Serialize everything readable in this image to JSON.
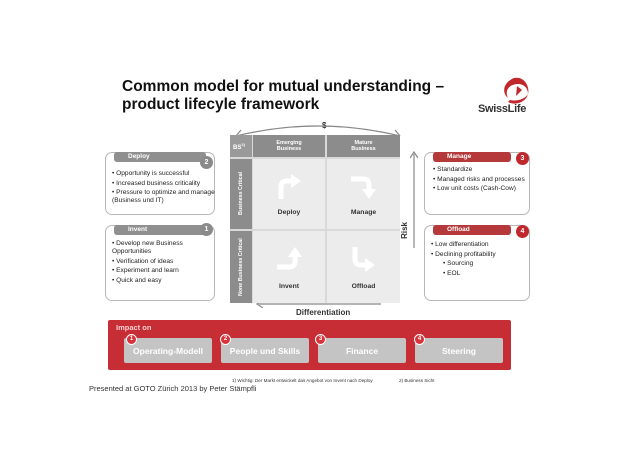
{
  "title": "Common model for mutual understanding – product lifecyle framework",
  "logo": {
    "name": "swisslife-logo",
    "text": "SwissLife",
    "color": "#c0282c"
  },
  "axes": {
    "y_top": "$",
    "y": "Risk",
    "x": "Differentiation"
  },
  "matrix": {
    "corner": "BS",
    "corner_sup": "2)",
    "col_headers": [
      "Emerging Business",
      "Mature Business"
    ],
    "row_headers": [
      "Business Critical",
      "None Business Critical"
    ],
    "cells": {
      "deploy": "Deploy",
      "manage": "Manage",
      "invent": "Invent",
      "offload": "Offload"
    }
  },
  "cards": {
    "deploy": {
      "title": "Deploy",
      "num": "2",
      "items": [
        "Opportunity is successful",
        "Increased business criticality",
        "Pressure to optimize and manage (Business und IT)"
      ]
    },
    "invent": {
      "title": "Invent",
      "num": "1",
      "items": [
        "Develop new Business Opportunities",
        "Verification of ideas",
        "Experiment and learn",
        "Quick and easy"
      ]
    },
    "manage": {
      "title": "Manage",
      "num": "3",
      "items": [
        "Standardize",
        "Managed risks and processes",
        "Low unit costs (Cash-Cow)"
      ]
    },
    "offload": {
      "title": "Offload",
      "num": "4",
      "items": [
        "Low differentiation",
        "Declining profitability"
      ],
      "subitems": [
        "Sourcing",
        "EOL"
      ]
    }
  },
  "impact": {
    "title": "Impact on",
    "items": [
      {
        "num": "1",
        "label": "Operating-Modell"
      },
      {
        "num": "2",
        "label": "People und Skills"
      },
      {
        "num": "3",
        "label": "Finance"
      },
      {
        "num": "4",
        "label": "Steering"
      }
    ]
  },
  "footnotes": {
    "f1": "1) Wichtig: Der Markt entwickelt das Angebot von Invent nach Deploy",
    "f2": "2) Business Sicht"
  },
  "presented": "Presented at GOTO Zürich 2013 by Peter Stämpfli",
  "colors": {
    "red": "#c72d35",
    "grey": "#8c8c8c"
  }
}
